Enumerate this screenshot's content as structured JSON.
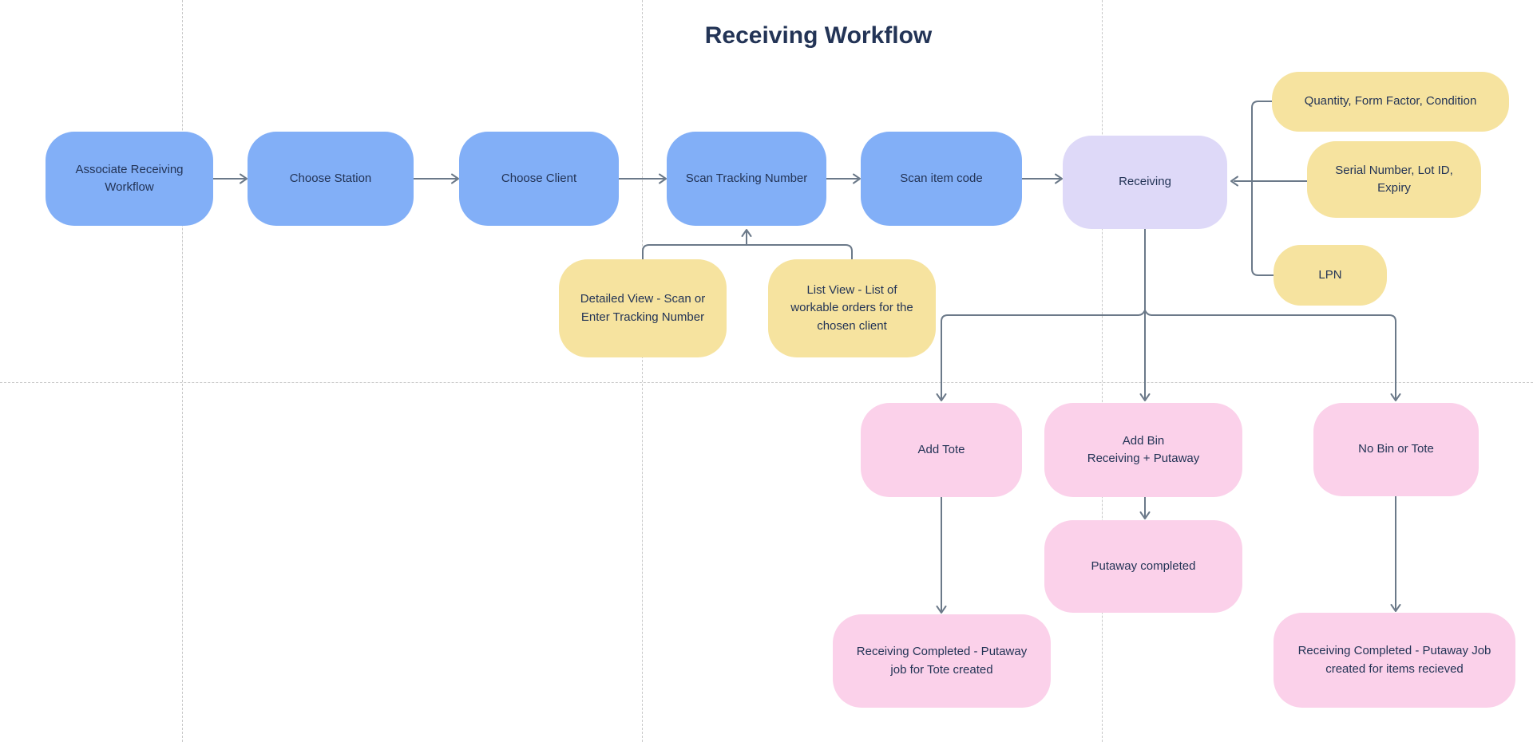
{
  "title": "Receiving Workflow",
  "colors": {
    "process": "#82aff7",
    "state": "#ded9f8",
    "info": "#f6e39f",
    "outcome": "#fbd1ea",
    "connector": "#6b7989",
    "text": "#233456",
    "grid": "#c8c8c8",
    "background": "#ffffff"
  },
  "nodes": [
    {
      "id": "associate",
      "label": "Associate Receiving Workflow",
      "type": "process"
    },
    {
      "id": "choose-station",
      "label": "Choose Station",
      "type": "process"
    },
    {
      "id": "choose-client",
      "label": "Choose Client",
      "type": "process"
    },
    {
      "id": "scan-tracking",
      "label": "Scan Tracking Number",
      "type": "process"
    },
    {
      "id": "scan-item",
      "label": "Scan item code",
      "type": "process"
    },
    {
      "id": "receiving",
      "label": "Receiving",
      "type": "state"
    },
    {
      "id": "quantity",
      "label": "Quantity, Form Factor, Condition",
      "type": "info"
    },
    {
      "id": "serial",
      "label": "Serial Number, Lot ID, Expiry",
      "type": "info"
    },
    {
      "id": "lpn",
      "label": "LPN",
      "type": "info"
    },
    {
      "id": "detailed-view",
      "label": "Detailed View - Scan or Enter Tracking Number",
      "type": "info"
    },
    {
      "id": "list-view",
      "label": "List View - List of workable orders for the chosen client",
      "type": "info"
    },
    {
      "id": "add-tote",
      "label": "Add Tote",
      "type": "outcome"
    },
    {
      "id": "add-bin",
      "label": "Add Bin\nReceiving + Putaway",
      "type": "outcome"
    },
    {
      "id": "no-bin",
      "label": "No Bin or Tote",
      "type": "outcome"
    },
    {
      "id": "putaway-completed",
      "label": "Putaway completed",
      "type": "outcome"
    },
    {
      "id": "receiving-completed-tote",
      "label": "Receiving Completed - Putaway job for Tote created",
      "type": "outcome"
    },
    {
      "id": "receiving-completed-putaway",
      "label": "Receiving Completed - Putaway Job created for items recieved",
      "type": "outcome"
    }
  ],
  "edges": [
    {
      "from": "associate",
      "to": "choose-station"
    },
    {
      "from": "choose-station",
      "to": "choose-client"
    },
    {
      "from": "choose-client",
      "to": "scan-tracking"
    },
    {
      "from": "scan-tracking",
      "to": "scan-item"
    },
    {
      "from": "scan-item",
      "to": "receiving"
    },
    {
      "from": "detailed-view",
      "to": "scan-tracking"
    },
    {
      "from": "list-view",
      "to": "scan-tracking"
    },
    {
      "from": "quantity",
      "to": "receiving"
    },
    {
      "from": "serial",
      "to": "receiving"
    },
    {
      "from": "lpn",
      "to": "receiving"
    },
    {
      "from": "receiving",
      "to": "add-tote"
    },
    {
      "from": "receiving",
      "to": "add-bin"
    },
    {
      "from": "receiving",
      "to": "no-bin"
    },
    {
      "from": "add-tote",
      "to": "receiving-completed-tote"
    },
    {
      "from": "add-bin",
      "to": "putaway-completed"
    },
    {
      "from": "no-bin",
      "to": "receiving-completed-putaway"
    }
  ]
}
